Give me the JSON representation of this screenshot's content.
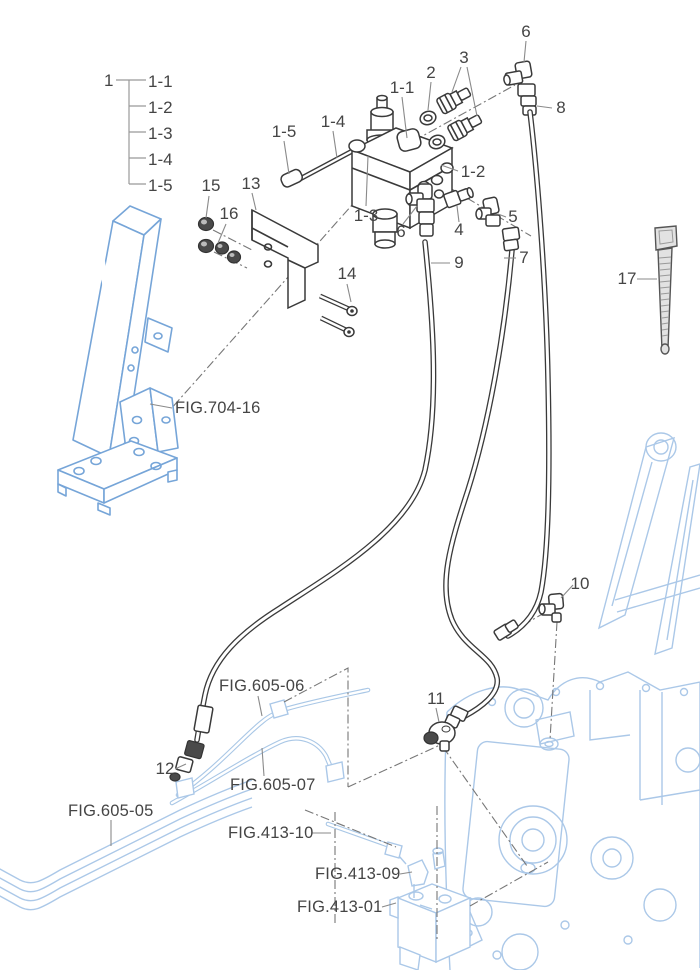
{
  "figure": {
    "type": "exploded-parts-diagram",
    "legend": {
      "root": "1",
      "items": [
        "1-1",
        "1-2",
        "1-3",
        "1-4",
        "1-5"
      ]
    },
    "callouts": {
      "v1_1": "1-1",
      "v1_2": "1-2",
      "v1_3": "1-3",
      "v1_4": "1-4",
      "v1_5": "1-5",
      "p2": "2",
      "p3": "3",
      "p4": "4",
      "p5": "5",
      "p6_top": "6",
      "p6_valve": "6",
      "p7": "7",
      "p8": "8",
      "p9": "9",
      "p10": "10",
      "p11": "11",
      "p12": "12",
      "p13": "13",
      "p14": "14",
      "p15": "15",
      "p16": "16",
      "p17": "17"
    },
    "figs": {
      "stand": "FIG.704-16",
      "pipe_bundle": "FIG.605-05",
      "pipe_06": "FIG.605-06",
      "pipe_07": "FIG.605-07",
      "pipe_413_10": "FIG.413-10",
      "fitting_413_09": "FIG.413-09",
      "valve_413_01": "FIG.413-01"
    },
    "colors": {
      "part_line": "#3a3a3a",
      "label_text": "#454545",
      "leader_line": "#8a8a8a",
      "stand_blue": "#76a5d8",
      "reference_blue": "#abc8e8",
      "tie_gray": "#e2e2e2"
    }
  }
}
